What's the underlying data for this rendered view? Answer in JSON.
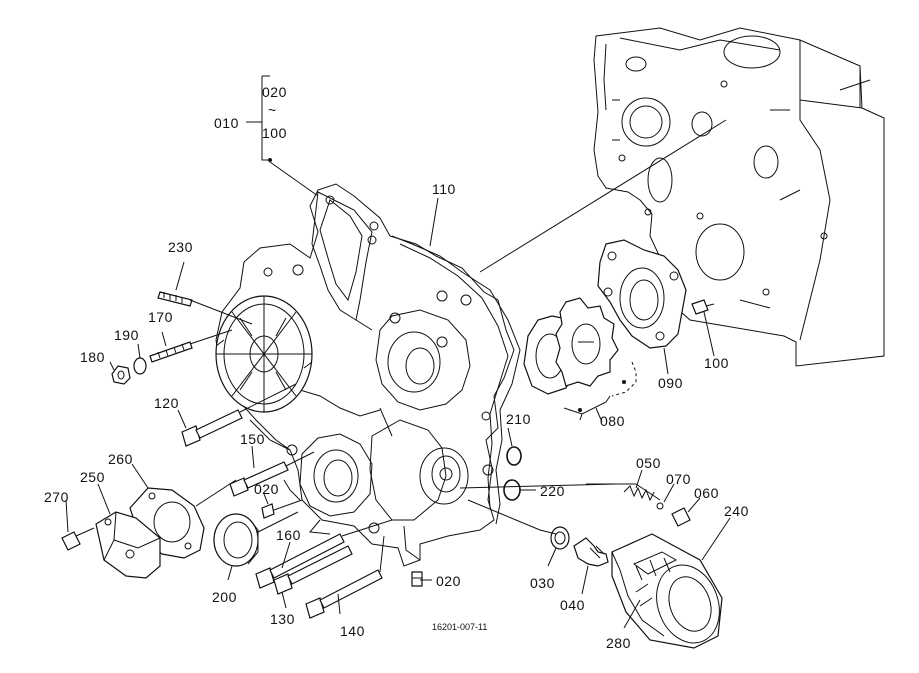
{
  "diagram": {
    "drawing_code": "16201-007-11",
    "callouts": [
      {
        "id": "top",
        "label": "020"
      },
      {
        "id": "tilde",
        "label": "~"
      },
      {
        "id": "c100a",
        "label": "100"
      },
      {
        "id": "c010",
        "label": "010"
      },
      {
        "id": "c110",
        "label": "110"
      },
      {
        "id": "c230",
        "label": "230"
      },
      {
        "id": "c170",
        "label": "170"
      },
      {
        "id": "c190",
        "label": "190"
      },
      {
        "id": "c180",
        "label": "180"
      },
      {
        "id": "c120",
        "label": "120"
      },
      {
        "id": "c150",
        "label": "150"
      },
      {
        "id": "c260",
        "label": "260"
      },
      {
        "id": "c250",
        "label": "250"
      },
      {
        "id": "c270",
        "label": "270"
      },
      {
        "id": "c020b",
        "label": "020"
      },
      {
        "id": "c200",
        "label": "200"
      },
      {
        "id": "c160",
        "label": "160"
      },
      {
        "id": "c130",
        "label": "130"
      },
      {
        "id": "c140",
        "label": "140"
      },
      {
        "id": "c020c",
        "label": "020"
      },
      {
        "id": "c210",
        "label": "210"
      },
      {
        "id": "c220",
        "label": "220"
      },
      {
        "id": "c080",
        "label": "080"
      },
      {
        "id": "c090",
        "label": "090"
      },
      {
        "id": "c100b",
        "label": "100"
      },
      {
        "id": "c050",
        "label": "050"
      },
      {
        "id": "c070",
        "label": "070"
      },
      {
        "id": "c060",
        "label": "060"
      },
      {
        "id": "c240",
        "label": "240"
      },
      {
        "id": "c030",
        "label": "030"
      },
      {
        "id": "c040",
        "label": "040"
      },
      {
        "id": "c280",
        "label": "280"
      }
    ]
  }
}
